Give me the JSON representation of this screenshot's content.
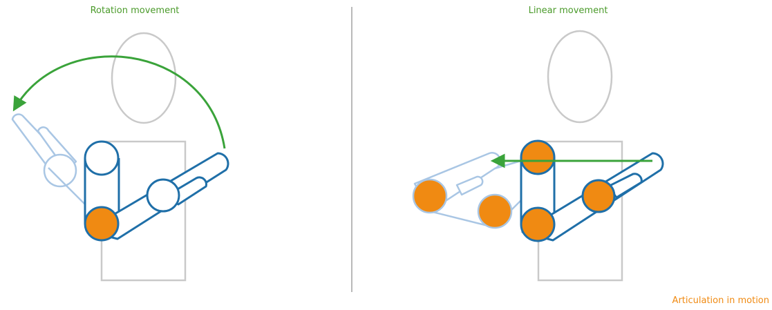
{
  "panels": {
    "left": {
      "title": "Rotation movement"
    },
    "right": {
      "title": "Linear movement"
    }
  },
  "legend": {
    "label": "Articulation in motion"
  },
  "colors": {
    "title_green": "#4a9a2a",
    "arrow_green": "#3aa33a",
    "arm_blue": "#1f6fa8",
    "ghost_blue": "#a9c6e4",
    "joint_orange": "#f08a12",
    "body_gray": "#c4c4c4",
    "divider_gray": "#b9b9b9",
    "legend_orange": "#f08a12"
  }
}
